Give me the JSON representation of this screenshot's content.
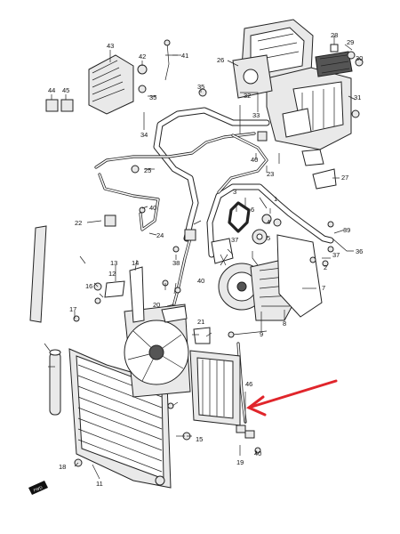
{
  "part_numbers": {
    "n1": "1",
    "n2": "2",
    "n3": "3",
    "n4": "4",
    "n5": "5",
    "n6": "6",
    "n7": "7",
    "n8": "8",
    "n9": "9",
    "n11": "11",
    "n12": "12",
    "n13": "13",
    "n14": "14",
    "n15": "15",
    "n16": "16",
    "n17": "17",
    "n18": "18",
    "n19": "19",
    "n20": "20",
    "n21": "21",
    "n22": "22",
    "n23": "23",
    "n24": "24",
    "n25": "25",
    "n26": "26",
    "n27": "27",
    "n28": "28",
    "n29": "29",
    "n30": "30",
    "n31": "31",
    "n32": "32",
    "n33": "33",
    "n34": "34",
    "n35a": "35",
    "n35b": "35",
    "n36": "36",
    "n37a": "37",
    "n37b": "37",
    "n38": "38",
    "n39": "39",
    "n40a": "40",
    "n40b": "40",
    "n40c": "40",
    "n40d": "40",
    "n41": "41",
    "n42": "42",
    "n43": "43",
    "n44": "44",
    "n45": "45",
    "n46": "46"
  },
  "direction_badge": "FWD",
  "highlight_arrow_color": "#e0252b"
}
